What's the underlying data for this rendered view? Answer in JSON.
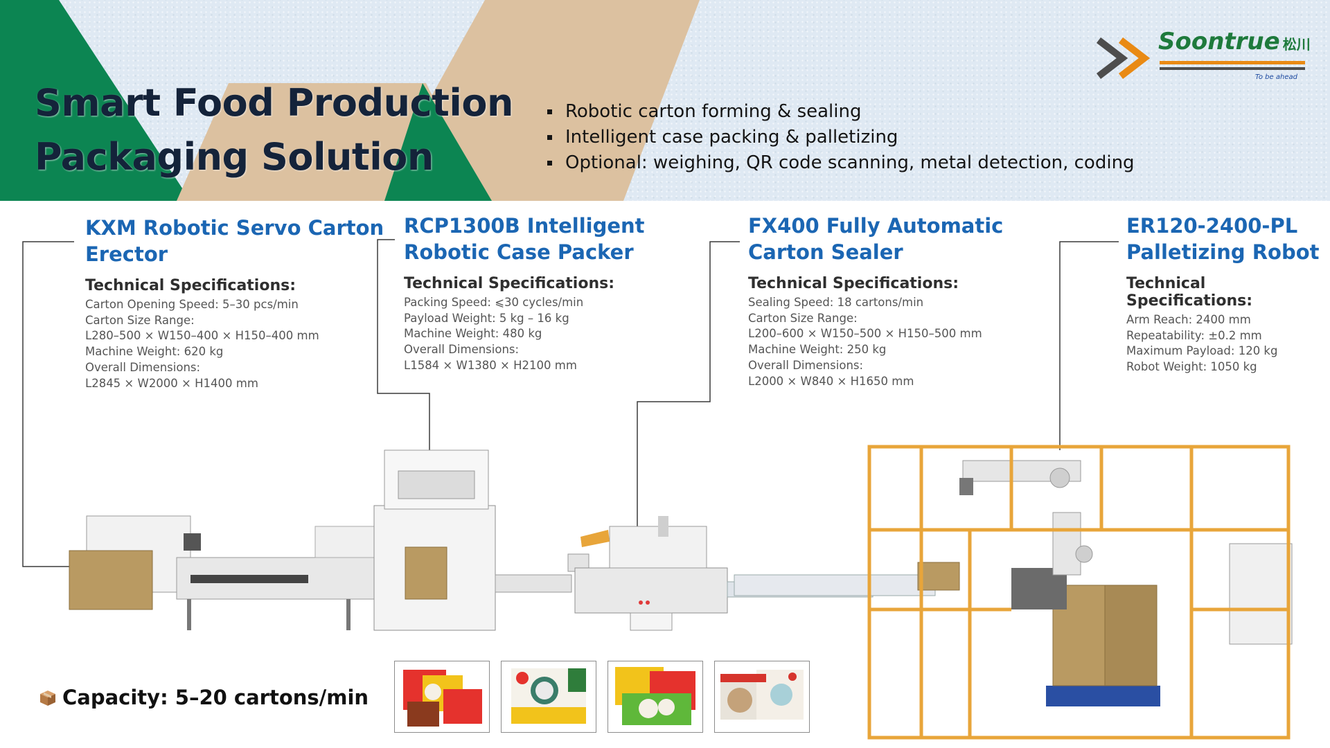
{
  "header": {
    "title_lines": [
      "Smart Food Production",
      "Packaging Solution"
    ],
    "bullets": [
      "Robotic carton forming & sealing",
      "Intelligent case packing & palletizing",
      "Optional: weighing, QR code scanning, metal detection, coding"
    ]
  },
  "logo": {
    "brand": "Soontrue",
    "brand_cn": "松川",
    "tagline": "To be ahead"
  },
  "machines": [
    {
      "name_lines": [
        "KXM Robotic Servo Carton",
        "Erector"
      ],
      "specs_heading": "Technical Specifications:",
      "specs": [
        "Carton Opening Speed: 5–30 pcs/min",
        "Carton Size Range:",
        "L280–500 × W150–400 × H150–400 mm",
        "Machine Weight: 620 kg",
        "Overall Dimensions:",
        "L2845 × W2000 × H1400 mm"
      ]
    },
    {
      "name_lines": [
        "RCP1300B Intelligent",
        "Robotic Case Packer"
      ],
      "specs_heading": "Technical Specifications:",
      "specs": [
        "Packing Speed: ⩽30 cycles/min",
        "Payload Weight: 5 kg – 16 kg",
        "Machine Weight: 480 kg",
        "Overall Dimensions:",
        "L1584 × W1380 × H2100 mm"
      ]
    },
    {
      "name_lines": [
        "FX400 Fully Automatic",
        "Carton Sealer"
      ],
      "specs_heading": "Technical Specifications:",
      "specs": [
        "Sealing Speed: 18 cartons/min",
        "Carton Size Range:",
        "L200–600 × W150–500 × H150–500 mm",
        "Machine Weight: 250 kg",
        "Overall Dimensions:",
        "L2000 × W840 × H1650 mm"
      ]
    },
    {
      "name_lines": [
        "ER120-2400-PL",
        "Palletizing Robot"
      ],
      "specs_heading": "Technical Specifications:",
      "specs": [
        "Arm Reach: 2400 mm",
        "Repeatability: ±0.2 mm",
        "Maximum Payload: 120 kg",
        "Robot Weight: 1050 kg"
      ]
    }
  ],
  "capacity": {
    "icon": "package-icon",
    "text": "Capacity: 5–20 cartons/min"
  },
  "colors": {
    "brand_green": "#0c8552",
    "tan": "#dcc1a0",
    "heading_blue": "#1b66b3",
    "fence_orange": "#e8a53a",
    "logo_orange": "#e98a14"
  }
}
